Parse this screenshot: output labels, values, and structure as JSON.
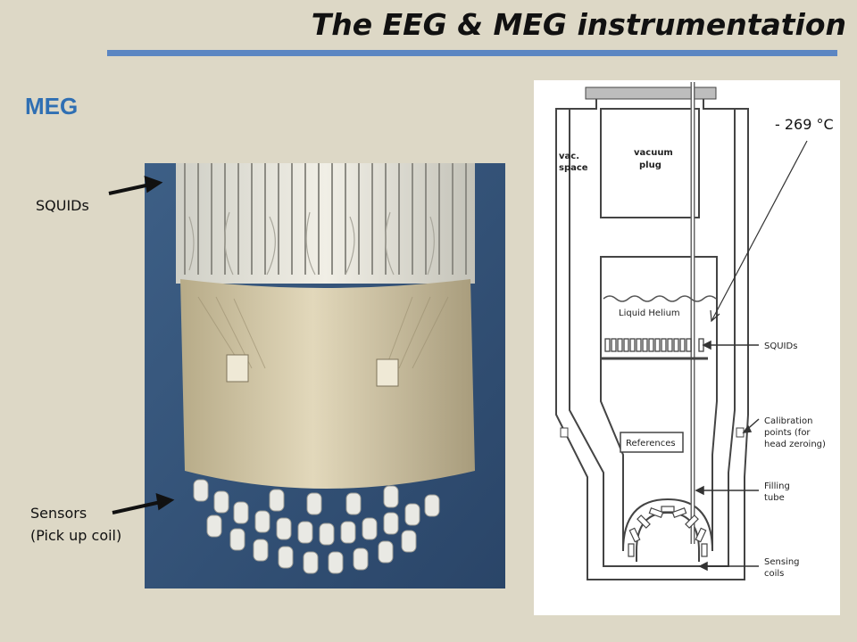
{
  "slide": {
    "title": "The EEG & MEG instrumentation",
    "section": "MEG",
    "accent_color": "#5b86c2",
    "section_color": "#2f6fb3"
  },
  "photo_labels": {
    "squids": "SQUIDs",
    "sensors_line1": "Sensors",
    "sensors_line2": "(Pick up coil)"
  },
  "diagram": {
    "temperature": "- 269 °C",
    "vac_space_1": "vac.",
    "vac_space_2": "space",
    "vacuum_plug_1": "vacuum",
    "vacuum_plug_2": "plug",
    "liquid_helium": "Liquid Helium",
    "references": "References",
    "callout_squids": "SQUIDs",
    "callout_calibration_1": "Calibration",
    "callout_calibration_2": "points (for",
    "callout_calibration_3": "head zeroing)",
    "callout_filling_1": "Filling",
    "callout_filling_2": "tube",
    "callout_sensing_1": "Sensing",
    "callout_sensing_2": "coils"
  }
}
